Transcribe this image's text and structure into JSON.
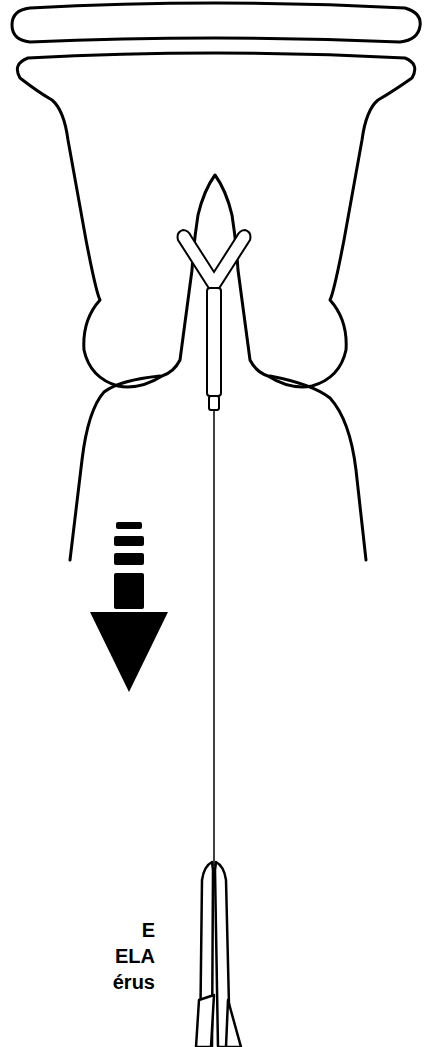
{
  "diagram": {
    "labels": [
      "E",
      "ELA",
      "érus"
    ]
  }
}
